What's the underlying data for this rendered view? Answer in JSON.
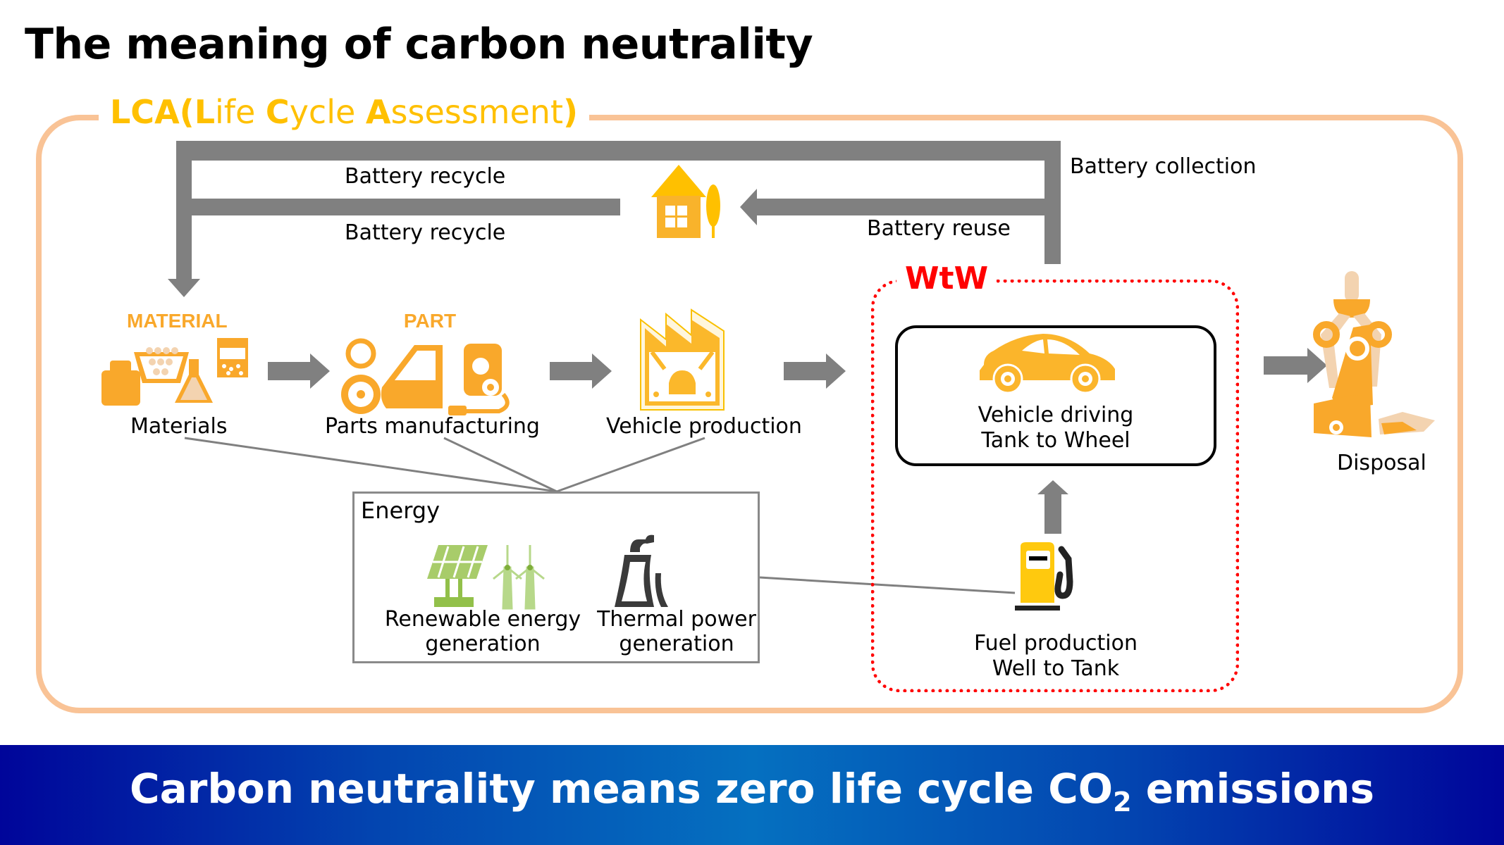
{
  "title": "The meaning of carbon neutrality",
  "lca": {
    "label_parts": [
      {
        "text": "LCA(",
        "bold": true
      },
      {
        "text": "L",
        "bold": true
      },
      {
        "text": "ife ",
        "bold": false
      },
      {
        "text": "C",
        "bold": true
      },
      {
        "text": "ycle ",
        "bold": false
      },
      {
        "text": "A",
        "bold": true
      },
      {
        "text": "ssessment",
        "bold": false
      },
      {
        "text": ")",
        "bold": true
      }
    ],
    "border_color": "#F9C396",
    "label_color": "#FFC000"
  },
  "battery": {
    "recycle_upper": "Battery recycle",
    "recycle_lower": "Battery recycle",
    "reuse": "Battery reuse",
    "collection": "Battery collection"
  },
  "stages": {
    "materials": {
      "icon_caption": "MATERIAL",
      "label": "Materials"
    },
    "parts": {
      "icon_caption": "PART",
      "label": "Parts manufacturing"
    },
    "vehicle_production": {
      "label": "Vehicle production"
    },
    "disposal": {
      "label": "Disposal"
    }
  },
  "energy": {
    "title": "Energy",
    "renewable": {
      "line1": "Renewable energy",
      "line2": "generation"
    },
    "thermal": {
      "line1": "Thermal power",
      "line2": "generation"
    }
  },
  "wtw": {
    "label": "WtW",
    "color": "#FF0000",
    "tank_to_wheel": {
      "line1": "Vehicle driving",
      "line2": "Tank to Wheel"
    },
    "well_to_tank": {
      "line1": "Fuel production",
      "line2": "Well to Tank"
    }
  },
  "banner": {
    "text_before": "Carbon neutrality means zero life cycle CO",
    "subscript": "2",
    "text_after": " emissions"
  },
  "colors": {
    "arrow_gray": "#808080",
    "icon_orange": "#F9A82B",
    "icon_yellow": "#FFC000",
    "icon_green": "#92C04A",
    "banner_dark": "#00059A",
    "banner_light": "#0570C0"
  }
}
